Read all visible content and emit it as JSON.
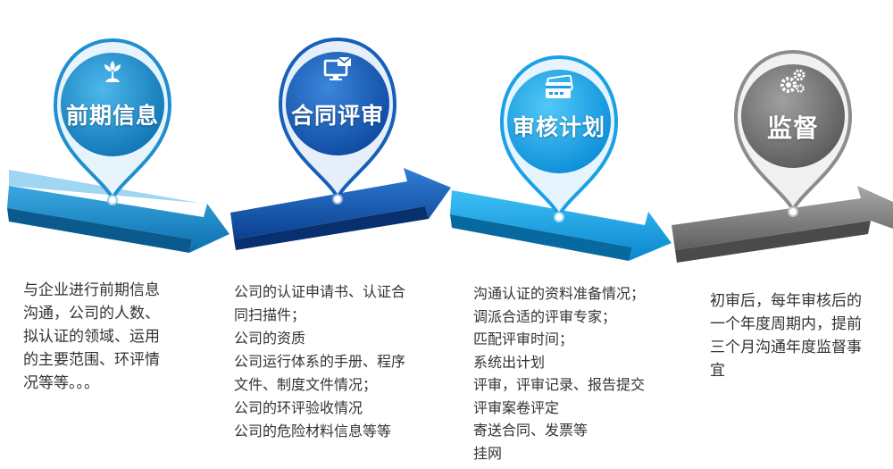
{
  "colors": {
    "step1": "#1f8fd0",
    "step2": "#1560b8",
    "step3": "#1aa0e6",
    "step4": "#8c8c8c"
  },
  "steps": [
    {
      "title": "前期信息",
      "icon": "flower-icon",
      "lines": [
        "与企业进行前期信息",
        "沟通，公司的人数、",
        "拟认证的领域、运用",
        "的主要范围、环评情",
        "况等等。。。"
      ]
    },
    {
      "title": "合同评审",
      "icon": "monitor-mail-icon",
      "lines": [
        "公司的认证申请书、认证合",
        "同扫描件；",
        "公司的资质",
        "公司运行体系的手册、程序",
        "文件、制度文件情况；",
        "公司的环评验收情况",
        "公司的危险材料信息等等"
      ]
    },
    {
      "title": "审核计划",
      "icon": "credit-card-icon",
      "lines": [
        "沟通认证的资料准备情况；",
        "调派合适的评审专家；",
        "匹配评审时间；",
        "系统出计划",
        "评审，评审记录、报告提交",
        "评审案卷评定",
        "寄送合同、发票等",
        "挂网"
      ]
    },
    {
      "title": "监督",
      "icon": "gears-icon",
      "lines": [
        "初审后，每年审核后的",
        "一个年度周期内，提前",
        "三个月沟通年度监督事",
        "宜"
      ]
    }
  ]
}
